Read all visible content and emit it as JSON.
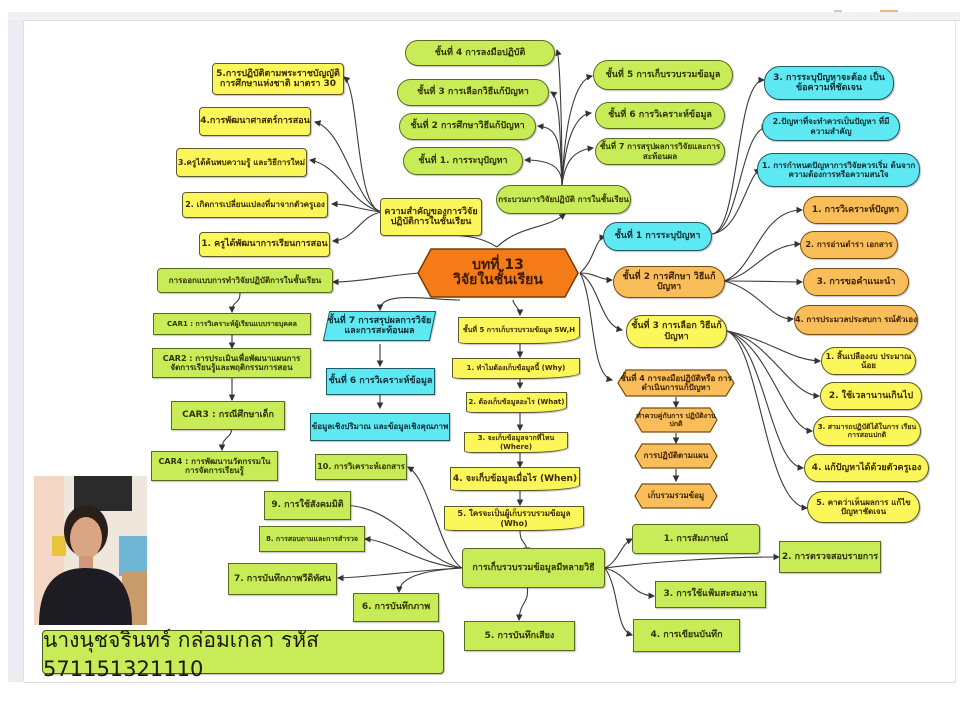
{
  "center": {
    "line1": "บทที่ 13",
    "line2": "วิจัยในชั้นเรียน"
  },
  "importance": {
    "title": "ความสำคัญของการวิจัย ปฏิบัติการในชั้นเรียน",
    "items": [
      "5.การปฏิบัติตามพระราชบัญญัติ การศึกษาแห่งชาติ มาตรา 30",
      "4.การพัฒนาศาสตร์การสอน",
      "3.ครูได้ค้นพบความรู้ และวิธีการใหม่",
      "2. เกิดการเปลี่ยนแปลงที่มาจากตัวครูเอง",
      "1. ครูได้พัฒนาการเรียนการสอน"
    ]
  },
  "process": {
    "title": "กระบวนการวิจัยปฏิบัติ การในชั้นเรียน",
    "left": [
      "ชั้นที่ 4 การลงมือปฏิบัติ",
      "ชั้นที่ 3  การเลือกวิธีแก้ปัญหา",
      "ชั้นที่ 2 การศึกษาวิธีแก้ปัญหา",
      "ชั้นที่ 1. การระบุปัญหา"
    ],
    "right": [
      "ชั้นที่ 5 การเก็บรวบรวมข้อมูล",
      "ชั้นที่ 6 การวิเคราะห์ข้อมูล",
      "ชั้นที่ 7 การสรุปผลการวิจัยและการ สะท้อนผล"
    ]
  },
  "step1": {
    "title": "ชั้นที่ 1 การระบุปัญหา",
    "items": [
      "3. การระบุปัญหาจะต้อง เป็นข้อความที่ชัดเจน",
      "2.ปัญหาที่จะทำควรเป็นปัญหา ที่มีความสำคัญ",
      "1. การกำหนดปัญหาการวิจัยควรเริ่ม ต้นจากความต้องการหรือความสนใจ"
    ]
  },
  "step2": {
    "title": "ชั้นที่ 2 การศึกษา วิธีแก้ปัญหา",
    "items": [
      "1. การวิเคราะห์ปัญหา",
      "2. การอ่านตำรา เอกสาร",
      "3. การขอคำแนะนำ",
      "4. การประมวลประสบกา รณ์ตัวเอง"
    ]
  },
  "step3": {
    "title": "ชั้นที่ 3 การเลือก วิธีแก้ปัญหา",
    "items": [
      "1. สิ้นเปลืองงบ ประมาณน้อย",
      "2. ใช้เวลานานเกินไป",
      "3. สามารถปฏิบัติได้ในการ เรียนการสอนปกติ",
      "4. แก้ปัญหาได้ด้วยตัวครูเอง",
      "5. คาดว่าเห็นผลการ แก้ไขปัญหาชัดเจน"
    ]
  },
  "step4": {
    "title": "ชั้นที่ 4 การลงมือปฏิบัติหรือ การดำเนินการแก้ปัญหา",
    "items": [
      "ทำควบคู่กับการ ปฏิบัติงานปกติ",
      "การปฏิบัติตามแผน",
      "เก็บรวมรวมข้อมู"
    ]
  },
  "design": {
    "title": "การออกแบบการทำวิจัยปฏิบัติการในชั้นเรียน",
    "items": [
      "CAR1 : การวิเคราะห์ผู้เรียนแบบรายบุคคล",
      "CAR2 : การประเมินเพื่อพัฒนาแผนการ จัดการเรียนรู้และพฤติกรรมการสอน",
      "CAR3 : กรณีศึกษาเด็ก",
      "CAR4 : การพัฒนานวัตกรรมใน การจัดการเรียนรู้"
    ]
  },
  "step7": {
    "title": "ชั้นที่ 7 การสรุปผลการวิจัย และการสะท้อนผล",
    "step6": "ชั้นที่ 6 การวิเคราะห์ข้อมูล",
    "data": "ข้อมูลเชิงปริมาณ และข้อมูลเชิงคุณภาพ"
  },
  "step5": {
    "title": "ชั้นที่ 5 การเก็บรวบรวมข้อมูล 5W,H",
    "items": [
      "1. ทำไมต้องเก็บข้อมูลนี้ (Why)",
      "2. ต้องเก็บข้อมูลอะไร (What)",
      "3. จะเก็บข้อมูลจากที่ไหน (Where)",
      "4. จะเก็บข้อมูลเมื่อไร (When)",
      "5. ใครจะเป็นผู้เก็บรวบรวมข้อมูล (Who)"
    ]
  },
  "methods": {
    "title": "การเก็บรวบรวมข้อมูลมีหลายวิธี",
    "items": [
      "1. การสัมภาษณ์",
      "2. การตรวจสอบรายการ",
      "3. การใช้แฟ้มสะสมงาน",
      "4. การเขียนบันทึก",
      "5. การบันทึกเสียง",
      "6. การบันทึกภาพ",
      "7. การบันทึกภาพวีดิทัศน",
      "8. การสอบถามและการสำรวจ",
      "9. การใช้สังคมมิติ",
      "10. การวิเคราะห์เอกสาร"
    ]
  },
  "author": {
    "banner": "นางนุชจรินทร์ กล่อมเกลา รหัส 571151321110"
  },
  "colors": {
    "yellow": "#fbf65a",
    "green": "#c8ec58",
    "cyan": "#5ee8f2",
    "orange": "#f9be5a",
    "center": "#f47b17"
  }
}
